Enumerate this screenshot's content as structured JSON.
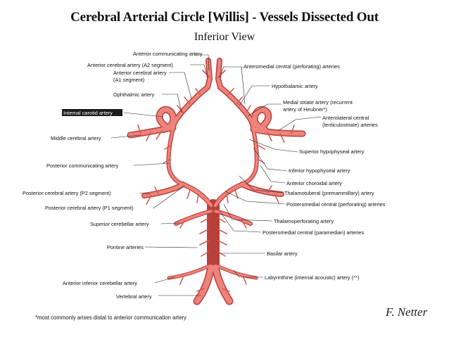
{
  "title": "Cerebral Arterial Circle [Willis] - Vessels Dissected Out",
  "subtitle": "Inferior View",
  "labels_left": [
    {
      "id": "aca-a2",
      "text": "Anterior cerebral artery (A2 segment)"
    },
    {
      "id": "aca-a1",
      "text": "Anterior cerebral artery"
    },
    {
      "id": "aca-a1b",
      "text": "(A1 segment)"
    },
    {
      "id": "ophthalmic",
      "text": "Ophthalmic artery"
    },
    {
      "id": "ica",
      "text": "Internal carotid artery"
    },
    {
      "id": "mca",
      "text": "Middle cerebral artery"
    },
    {
      "id": "pcomm",
      "text": "Posterior communicating artery"
    },
    {
      "id": "pca-p2",
      "text": "Posterior cerebral artery (P2 segment)"
    },
    {
      "id": "pca-p1",
      "text": "Posterior cerebral artery (P1 segment)"
    },
    {
      "id": "sca",
      "text": "Superior cerebellar artery"
    },
    {
      "id": "pontine",
      "text": "Pontine arteries"
    },
    {
      "id": "aica",
      "text": "Anterior inferior cerebellar artery"
    },
    {
      "id": "vertebral",
      "text": "Vertebral artery"
    }
  ],
  "labels_right": [
    {
      "id": "acomm",
      "text": "Anterior communicating artery"
    },
    {
      "id": "anteromedial",
      "text": "Anteromedial central (perforating) arteries"
    },
    {
      "id": "hypothalamic",
      "text": "Hypothalamic artery"
    },
    {
      "id": "medial-striate",
      "text": "Medial striate artery (recurrent"
    },
    {
      "id": "medial-striate-b",
      "text": "artery of Heubner*)"
    },
    {
      "id": "anterolateral",
      "text": "Anterolateral central"
    },
    {
      "id": "anterolateral-b",
      "text": "(lenticulostriate) arteries"
    },
    {
      "id": "sup-hypophyseal",
      "text": "Superior hypophyseal artery"
    },
    {
      "id": "inf-hypophyseal",
      "text": "Inferior hypophyseal artery"
    },
    {
      "id": "ant-choroidal",
      "text": "Anterior choroidal artery"
    },
    {
      "id": "thalamotuberal",
      "text": "Thalamotuberal (premammillary) artery"
    },
    {
      "id": "posteromedial-perf",
      "text": "Posteromedial central (perforating) arteries"
    },
    {
      "id": "thalamoperforating",
      "text": "Thalamoperforating artery"
    },
    {
      "id": "posteromedial-para",
      "text": "Posteromedial central (paramedian) arteries"
    },
    {
      "id": "basilar",
      "text": "Basilar artery"
    },
    {
      "id": "labyrinthine",
      "text": "Labyrinthine (internal acoustic) artery (**)"
    }
  ],
  "footnote": "*most commonly arises distal to anterior communication artery",
  "signature": "F. Netter",
  "colors": {
    "artery": "#e8736c",
    "artery_dark": "#b8403b",
    "artery_light": "#f6aaa2",
    "highlight_bg": "#1a1a1a",
    "highlight_text": "#ffffff"
  }
}
